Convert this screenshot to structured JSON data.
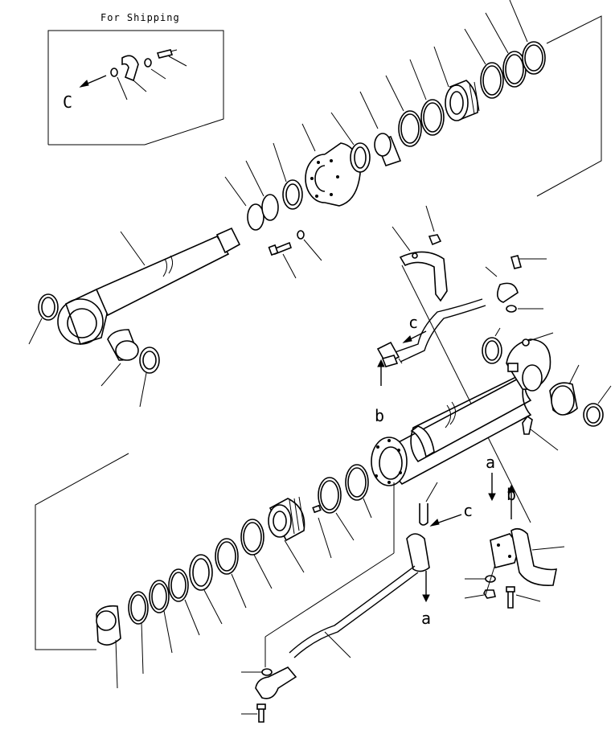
{
  "inset_title": "For Shipping",
  "labels": {
    "c_inset": "C",
    "c_rod": "c",
    "b_rod": "b",
    "c_pipe": "c",
    "a_pipe": "a",
    "a_bracket": "a",
    "b_bracket": "b"
  }
}
